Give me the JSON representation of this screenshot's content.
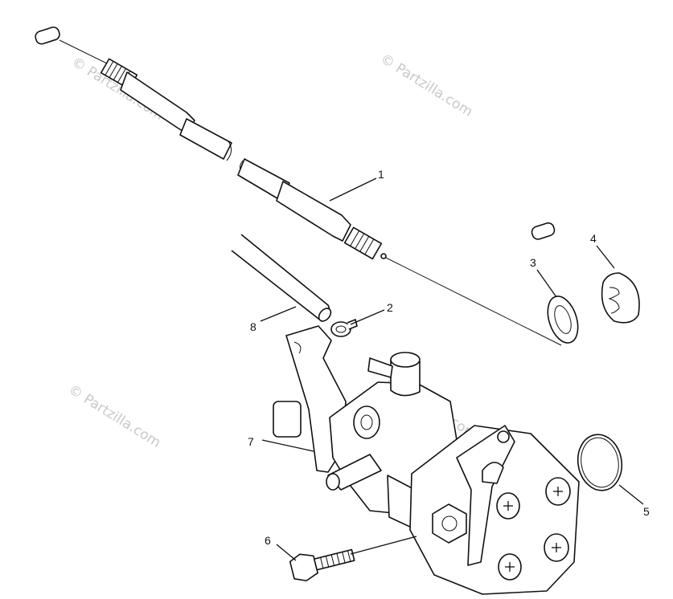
{
  "watermark": "© Partzilla.com",
  "callouts": [
    {
      "id": "1",
      "label": "1"
    },
    {
      "id": "2",
      "label": "2"
    },
    {
      "id": "3",
      "label": "3"
    },
    {
      "id": "4",
      "label": "4"
    },
    {
      "id": "5",
      "label": "5"
    },
    {
      "id": "6",
      "label": "6"
    },
    {
      "id": "7",
      "label": "7"
    },
    {
      "id": "8",
      "label": "8"
    }
  ]
}
